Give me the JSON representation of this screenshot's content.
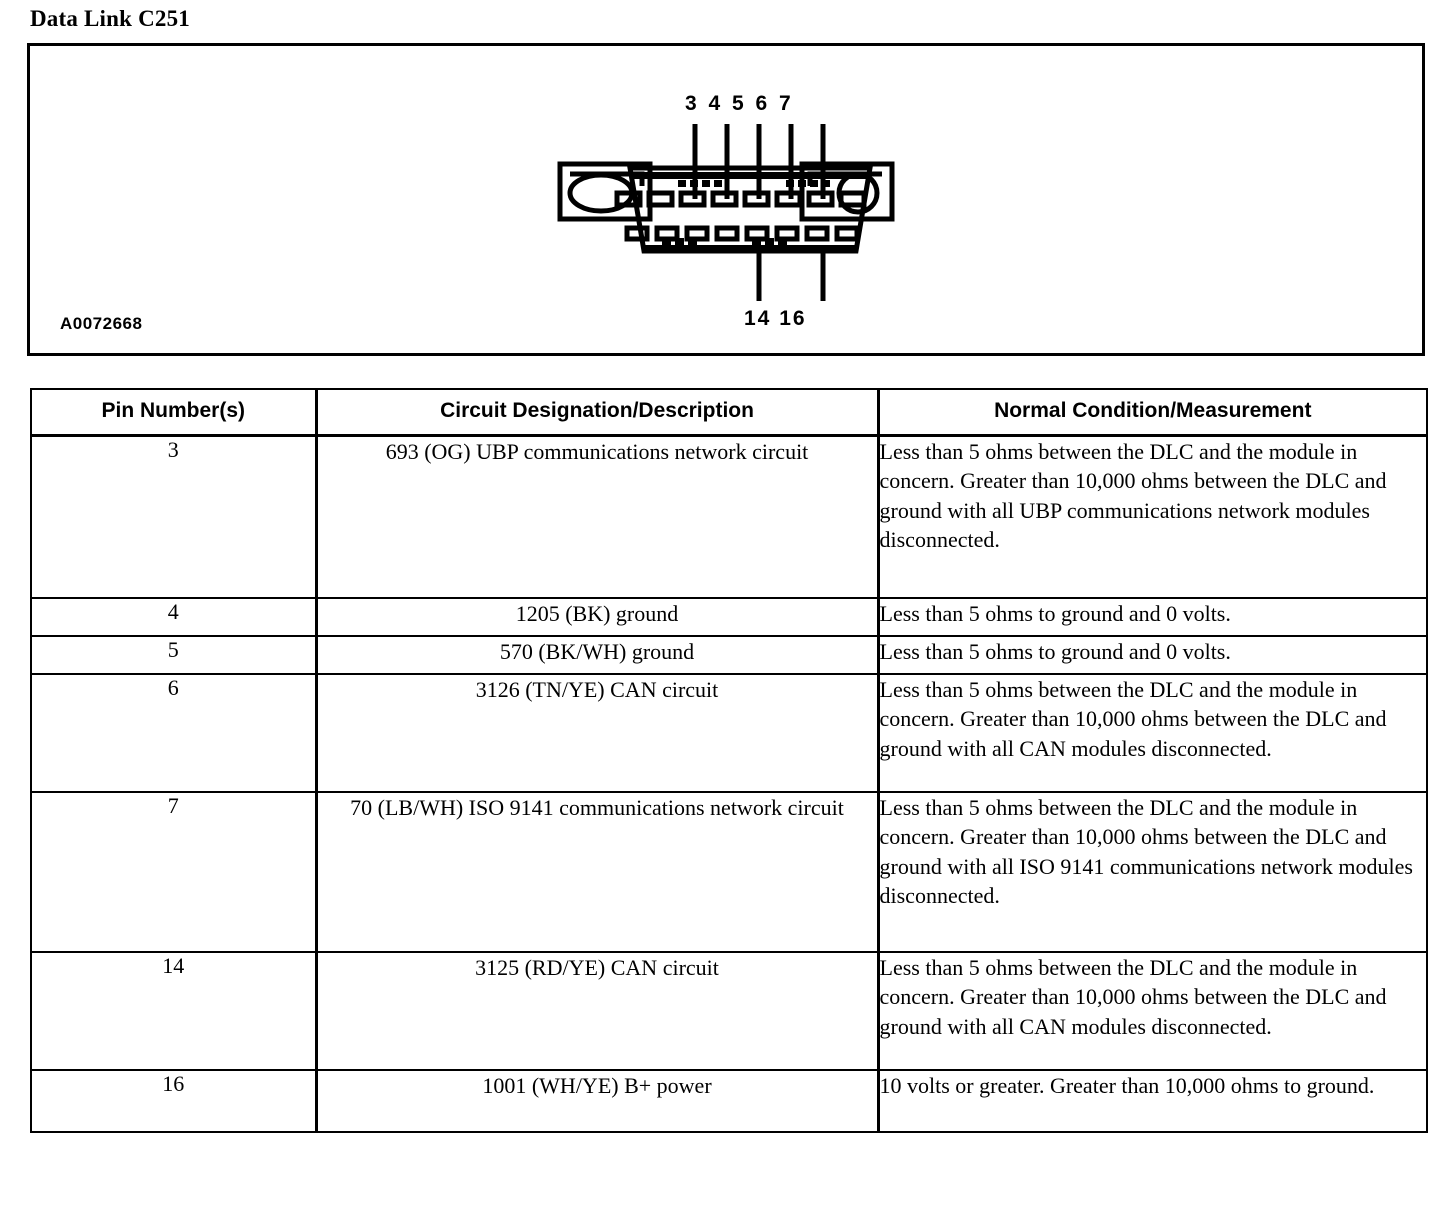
{
  "document": {
    "section_title": "Data Link C251"
  },
  "figure": {
    "figure_id": "A0072668",
    "connector_name": "data-link-connector",
    "top_pin_labels": "3 4 5 6 7",
    "bottom_pin_labels": "14 16",
    "top_pins": [
      "3",
      "4",
      "5",
      "6",
      "7"
    ],
    "bottom_pins": [
      "14",
      "16"
    ],
    "top_row_cavities": 8,
    "bottom_row_cavities": 8,
    "colors": {
      "line": "#000000",
      "background": "#ffffff"
    }
  },
  "table": {
    "headers": [
      "Pin Number(s)",
      "Circuit Designation/Description",
      "Normal Condition/Measurement"
    ],
    "rows": [
      {
        "pin": "3",
        "description": "693 (OG) UBP communications network circuit",
        "measurement": "Less than 5 ohms between the DLC and the module in concern. Greater than 10,000 ohms between the DLC and ground with all UBP communications network modules disconnected."
      },
      {
        "pin": "4",
        "description": "1205 (BK) ground",
        "measurement": "Less than 5 ohms to ground and 0 volts."
      },
      {
        "pin": "5",
        "description": "570 (BK/WH) ground",
        "measurement": "Less than 5 ohms to ground and 0 volts."
      },
      {
        "pin": "6",
        "description": "3126 (TN/YE) CAN circuit",
        "measurement": "Less than 5 ohms between the DLC and the module in concern. Greater than 10,000 ohms between the DLC and ground with all CAN modules disconnected."
      },
      {
        "pin": "7",
        "description": "70 (LB/WH) ISO 9141 communications network circuit",
        "measurement": "Less than 5 ohms between the DLC and the module in concern. Greater than 10,000 ohms between the DLC and ground with all ISO 9141 communications network modules disconnected."
      },
      {
        "pin": "14",
        "description": "3125 (RD/YE) CAN circuit",
        "measurement": "Less than 5 ohms between the DLC and the module in concern. Greater than 10,000 ohms between the DLC and ground with all CAN modules disconnected."
      },
      {
        "pin": "16",
        "description": "1001 (WH/YE) B+ power",
        "measurement": "10 volts or greater. Greater than 10,000 ohms to ground."
      }
    ]
  }
}
